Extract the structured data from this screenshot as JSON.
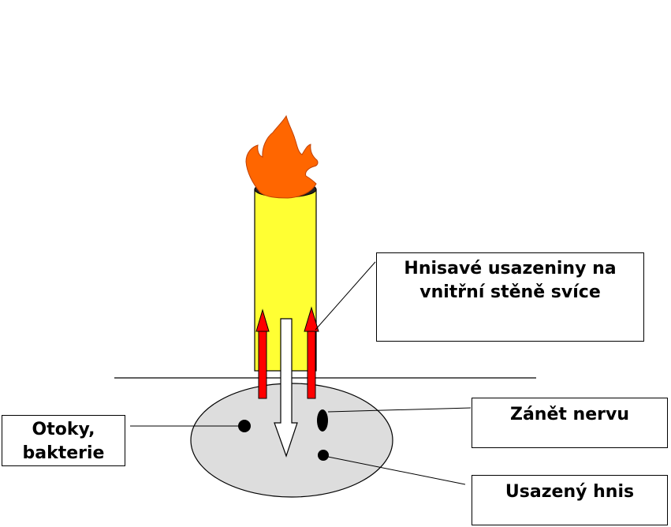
{
  "labels": {
    "deposits_line1": "Hnisavé  usazeniny na",
    "deposits_line2": "vnitřní stěně svíce",
    "nerve": "Zánět nervu",
    "swelling_line1": "Otoky,",
    "swelling_line2": "bakterie",
    "pus": "Usazený hnis"
  },
  "colors": {
    "flame": "#ff6600",
    "candle": "#ffff33",
    "arrow_up": "#ff0000",
    "arrow_down": "#ffffff",
    "area": "#dddddd",
    "line": "#000000"
  }
}
